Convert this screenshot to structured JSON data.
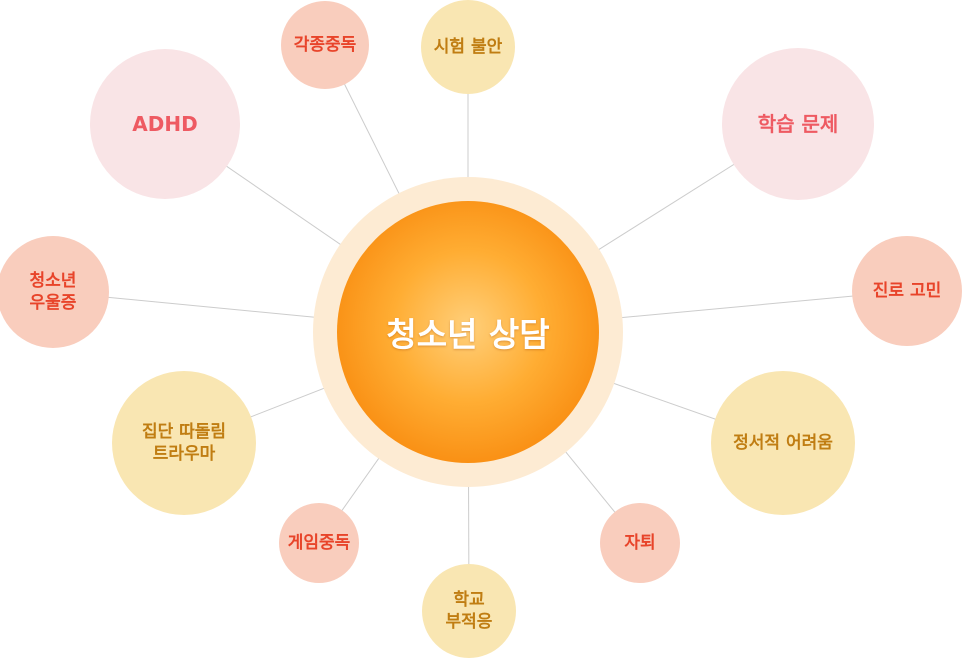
{
  "center": {
    "label": "청소년 상담"
  },
  "nodes": [
    {
      "id": "adhd",
      "lines": [
        "ADHD"
      ],
      "style": "pink"
    },
    {
      "id": "various-addiction",
      "lines": [
        "각종중독"
      ],
      "style": "salmon"
    },
    {
      "id": "exam-anxiety",
      "lines": [
        "시험 불안"
      ],
      "style": "yellow"
    },
    {
      "id": "learning-problem",
      "lines": [
        "학습 문제"
      ],
      "style": "pink"
    },
    {
      "id": "career-worry",
      "lines": [
        "진로 고민"
      ],
      "style": "salmon"
    },
    {
      "id": "emotional-difficulty",
      "lines": [
        "정서적 어려움"
      ],
      "style": "yellow"
    },
    {
      "id": "self-harm",
      "lines": [
        "자퇴"
      ],
      "style": "salmon"
    },
    {
      "id": "school-maladjustment",
      "lines": [
        "학교",
        "부적응"
      ],
      "style": "yellow"
    },
    {
      "id": "game-addiction",
      "lines": [
        "게임중독"
      ],
      "style": "salmon"
    },
    {
      "id": "group-bullying-trauma",
      "lines": [
        "집단 따돌림",
        "트라우마"
      ],
      "style": "yellow"
    },
    {
      "id": "youth-depression",
      "lines": [
        "청소년",
        "우울증"
      ],
      "style": "salmon"
    }
  ],
  "colors": {
    "pink_bg": "#f9e4e6",
    "pink_text": "#ee5a62",
    "salmon_bg": "#f9cdbd",
    "salmon_text": "#e8442a",
    "yellow_bg": "#f9e6b2",
    "yellow_text": "#c07d12",
    "center_orange": "#f98e12",
    "center_ring": "#fdebd3",
    "line": "#cccccc"
  }
}
